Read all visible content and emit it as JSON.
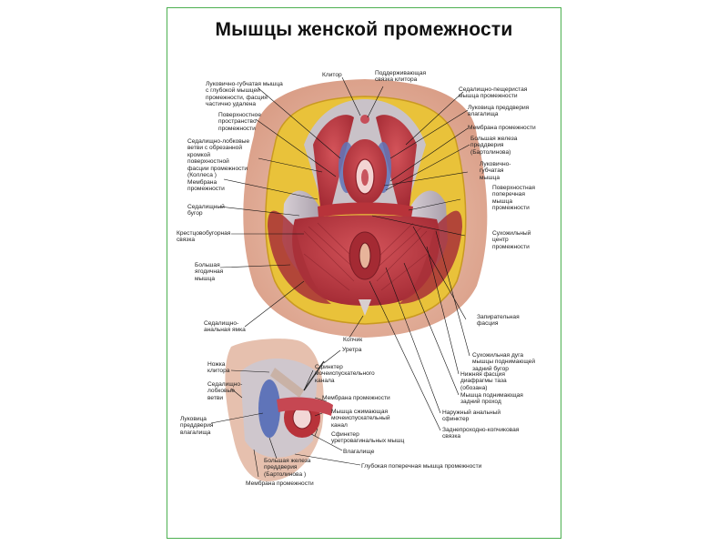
{
  "title": "Мышцы женской промежности",
  "colors": {
    "frame": "#4caf50",
    "muscle": "#b8333a",
    "fat": "#e9c23a",
    "skin": "#e8b7a2",
    "bone": "#c9c2c8"
  },
  "top_labels": {
    "clitoris": "Клитор",
    "suspensory_ligament": [
      "Поддерживающая",
      "связка клитора"
    ]
  },
  "left_labels": {
    "bulbospongiosus": [
      "Луковично-губчатая мышца",
      "с глубокой мышцей",
      "промежности, фасция",
      "частично удалена"
    ],
    "superficial_space": [
      "Поверхностное",
      "пространство",
      "промежности"
    ],
    "ischiopubic_rami": [
      "Седалищно-лобковые",
      "ветви с обрезанной",
      "кромкой",
      "поверхностной",
      "фасции промежности",
      "(Коллеса )"
    ],
    "perineal_membrane": [
      "Мембрана",
      "промежности"
    ],
    "ischial_tuberosity": [
      "Седалищный",
      "бугор"
    ],
    "sacrotuberous_ligament": [
      "Крестцовобугорная",
      "связка"
    ],
    "gluteus_maximus": [
      "Большая",
      "ягодичная",
      "мышца"
    ],
    "ischioanal_fossa": [
      "Седалищно-",
      "анальная ямка"
    ],
    "coccyx": "Копчик"
  },
  "right_labels": {
    "ischiocavernosus": [
      "Седалищно-пещеристая",
      "мышца промежности"
    ],
    "vestibular_bulb": [
      "Луковица преддверия",
      "влагалища"
    ],
    "perineal_membrane": "Мембрана промежности",
    "greater_vestibular_gland": [
      "Большая железа",
      "преддверия",
      "(Бартолинова)"
    ],
    "bulbospongiosus": [
      "Луковично-",
      "губчатая",
      "мышца"
    ],
    "superficial_transverse": [
      "Поверхностная",
      "поперечная",
      "мышца",
      "промежности"
    ],
    "perineal_body": [
      "Сухожильный",
      "центр",
      "промежности"
    ],
    "obturator_fascia": [
      "Запирательная",
      "фасция"
    ],
    "tendinous_arch": [
      "Сухожильная дуга",
      "мышцы поднимающей",
      "задний бугор"
    ],
    "inferior_fascia": [
      "Нижняя фасция",
      "диафрагмы таза",
      "(обозана)"
    ],
    "levator_ani": [
      "Мышца поднимающая",
      "задний проход"
    ],
    "external_sphincter": [
      "Наружный анальный",
      "сфинктер"
    ],
    "anococcygeal_ligament": [
      "Заднепроходно-копчиковая",
      "связка"
    ]
  },
  "inset_labels": {
    "urethra": "Уретра",
    "clitoral_crus": [
      "Ножка",
      "клитора"
    ],
    "ischiopubic_rami": [
      "Седалищно-",
      "лобковые",
      "ветви"
    ],
    "vestibular_bulb": [
      "Луковица",
      "преддверия",
      "влагалища"
    ],
    "urethral_sphincter": [
      "Сфинктер",
      "мочеиспускательного",
      "канала"
    ],
    "perineal_membrane": "Мембрана промежности",
    "compressor_urethrae": [
      "Мышца сжимающая",
      "мочеиспускательный",
      "канал"
    ],
    "urethrovaginal_sphincter": [
      "Сфинктер",
      "уретровагинальных мышц"
    ],
    "vagina": "Влагалище",
    "deep_transverse": "Глубокая поперечная мышца промежности",
    "greater_vestibular_gland": [
      "Большая железа",
      "преддверия",
      "(Бартолинова )"
    ],
    "perineal_membrane_bottom": "Мембрана промежности"
  }
}
